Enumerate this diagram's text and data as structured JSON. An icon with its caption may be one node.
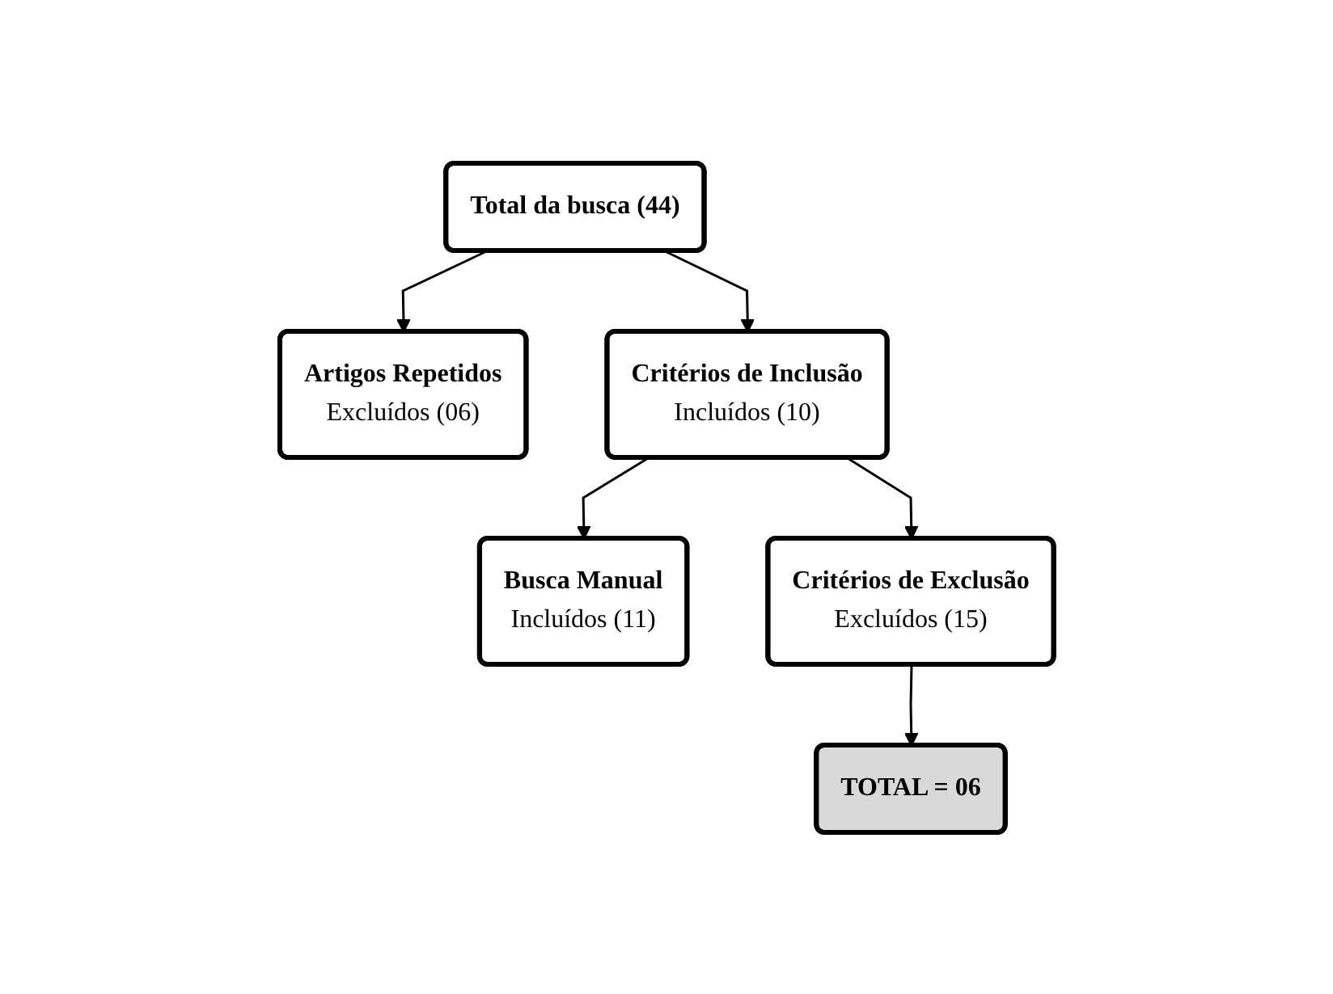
{
  "diagram": {
    "nodes": [
      {
        "text": [
          "Total da busca (44)"
        ]
      },
      {
        "text": [
          "Artigos Repetidos",
          "Excluídos (06)"
        ]
      },
      {
        "text": [
          "Critérios de Inclusão",
          "Incluídos (10)"
        ]
      },
      {
        "text": [
          "Busca Manual",
          "Incluídos (11)"
        ]
      },
      {
        "text": [
          "Critérios de Exclusão",
          "Excluídos (15)"
        ]
      },
      {
        "text": [
          "TOTAL = 06"
        ]
      }
    ],
    "edges": [
      {
        "from": 0,
        "to": 1,
        "arrow": "to"
      },
      {
        "from": 0,
        "to": 2,
        "arrow": "to"
      },
      {
        "from": 2,
        "to": 3,
        "arrow": "to"
      },
      {
        "from": 2,
        "to": 4,
        "arrow": "to"
      },
      {
        "from": 4,
        "to": 5,
        "arrow": "to"
      }
    ]
  }
}
